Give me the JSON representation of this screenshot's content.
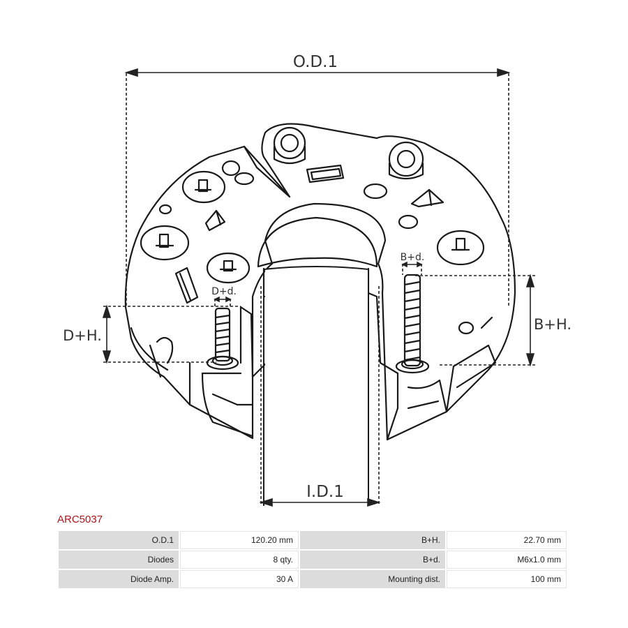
{
  "diagram": {
    "od_label": "O.D.1",
    "id_label": "I.D.1",
    "dh_label": "D+H.",
    "dd_label": "D+d.",
    "bh_label": "B+H.",
    "bd_label": "B+d."
  },
  "part_code": "ARC5037",
  "specs": [
    {
      "label1": "O.D.1",
      "value1": "120.20 mm",
      "label2": "B+H.",
      "value2": "22.70 mm"
    },
    {
      "label1": "Diodes",
      "value1": "8 qty.",
      "label2": "B+d.",
      "value2": "M6x1.0 mm"
    },
    {
      "label1": "Diode Amp.",
      "value1": "30 A",
      "label2": "Mounting dist.",
      "value2": "100 mm"
    }
  ]
}
